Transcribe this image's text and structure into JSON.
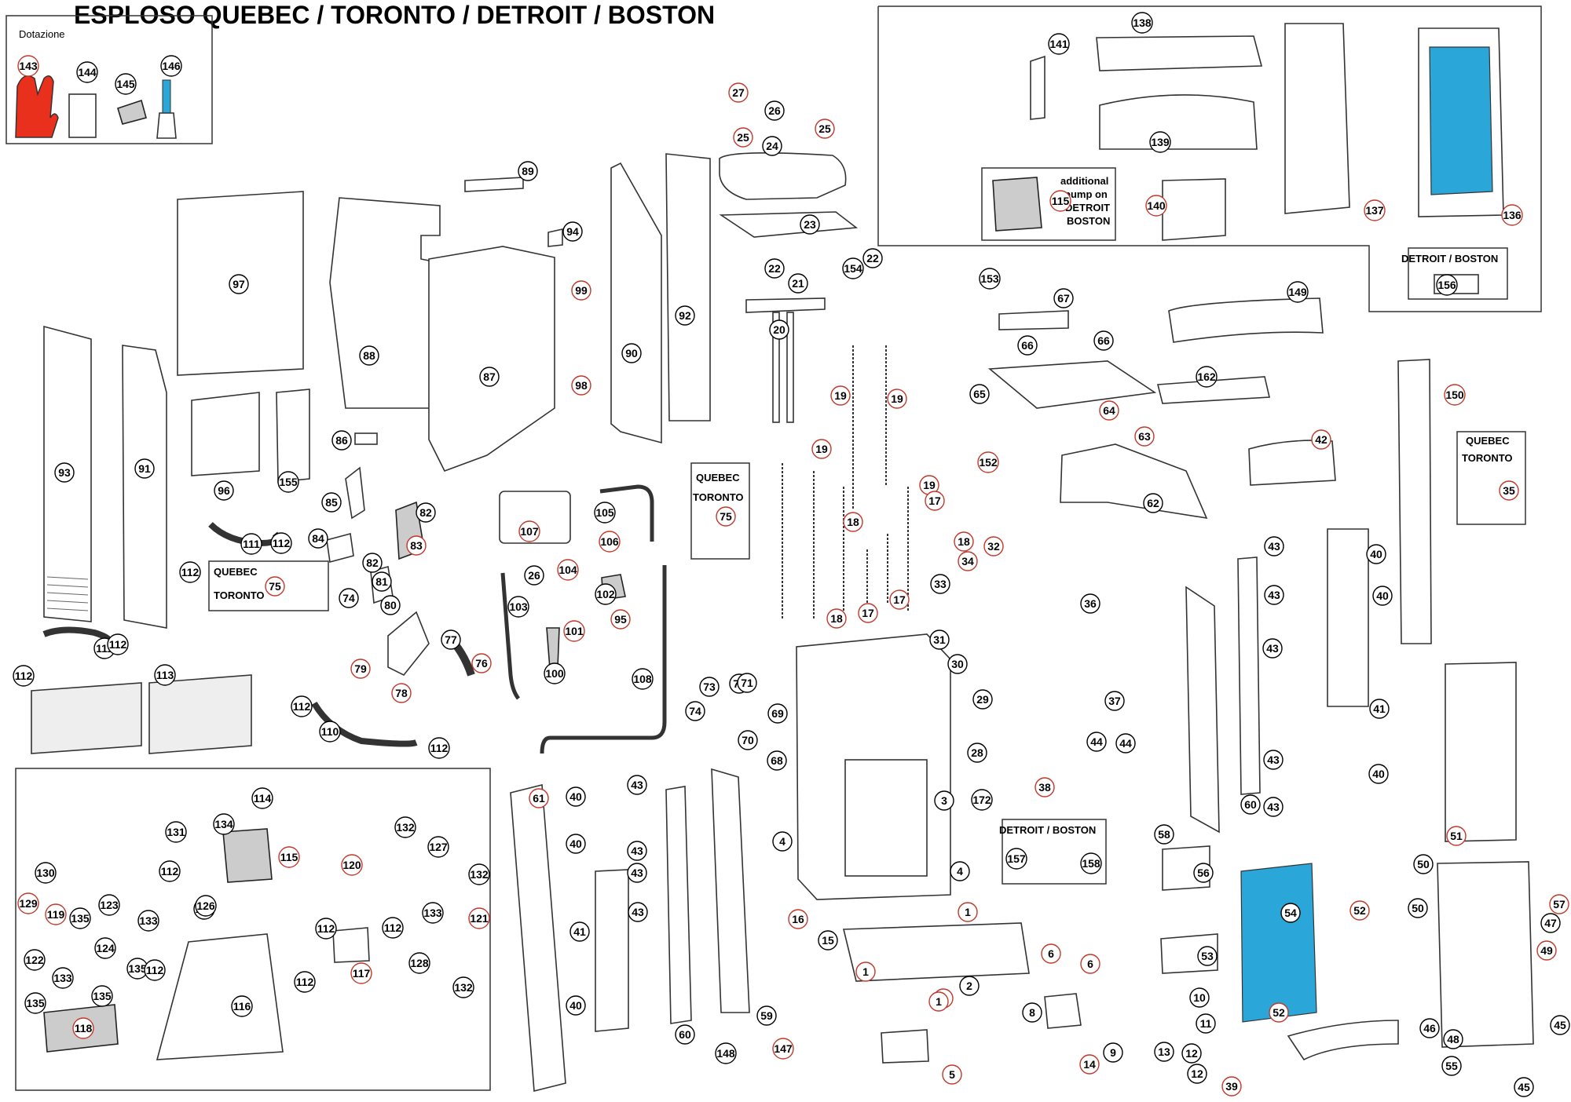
{
  "title": "ESPLOSO  QUEBEC  /  TORONTO  /  DETROIT  /  BOSTON",
  "boxes": {
    "dotazione": "Dotazione",
    "additional_pump": [
      "additional",
      "pump on",
      "DETROIT",
      "BOSTON"
    ],
    "detroit_boston": "DETROIT  /  BOSTON",
    "quebec": "QUEBEC",
    "toronto": "TORONTO"
  },
  "colors": {
    "glove": "#e8301c",
    "glass": "#2aa7d8",
    "circle_red": "#c0392b",
    "circle_black": "#000000"
  },
  "parts": [
    {
      "n": "143",
      "c": "r"
    },
    {
      "n": "144",
      "c": "b"
    },
    {
      "n": "145",
      "c": "b"
    },
    {
      "n": "146",
      "c": "b"
    },
    {
      "n": "97",
      "c": "b"
    },
    {
      "n": "93",
      "c": "b"
    },
    {
      "n": "91",
      "c": "b"
    },
    {
      "n": "96",
      "c": "b"
    },
    {
      "n": "155",
      "c": "b"
    },
    {
      "n": "111",
      "c": "b"
    },
    {
      "n": "112",
      "c": "b"
    },
    {
      "n": "112",
      "c": "b"
    },
    {
      "n": "75",
      "c": "r"
    },
    {
      "n": "111",
      "c": "b"
    },
    {
      "n": "112",
      "c": "b"
    },
    {
      "n": "112",
      "c": "b"
    },
    {
      "n": "113",
      "c": "b"
    },
    {
      "n": "88",
      "c": "b"
    },
    {
      "n": "87",
      "c": "b"
    },
    {
      "n": "86",
      "c": "b"
    },
    {
      "n": "85",
      "c": "b"
    },
    {
      "n": "84",
      "c": "b"
    },
    {
      "n": "82",
      "c": "b"
    },
    {
      "n": "83",
      "c": "r"
    },
    {
      "n": "82",
      "c": "b"
    },
    {
      "n": "81",
      "c": "b"
    },
    {
      "n": "74",
      "c": "b"
    },
    {
      "n": "80",
      "c": "b"
    },
    {
      "n": "79",
      "c": "r"
    },
    {
      "n": "78",
      "c": "r"
    },
    {
      "n": "77",
      "c": "b"
    },
    {
      "n": "76",
      "c": "r"
    },
    {
      "n": "112",
      "c": "b"
    },
    {
      "n": "110",
      "c": "b"
    },
    {
      "n": "112",
      "c": "b"
    },
    {
      "n": "89",
      "c": "b"
    },
    {
      "n": "94",
      "c": "b"
    },
    {
      "n": "99",
      "c": "r"
    },
    {
      "n": "98",
      "c": "r"
    },
    {
      "n": "90",
      "c": "b"
    },
    {
      "n": "92",
      "c": "b"
    },
    {
      "n": "107",
      "c": "r"
    },
    {
      "n": "105",
      "c": "b"
    },
    {
      "n": "106",
      "c": "r"
    },
    {
      "n": "75",
      "c": "r"
    },
    {
      "n": "26",
      "c": "b"
    },
    {
      "n": "104",
      "c": "r"
    },
    {
      "n": "103",
      "c": "b"
    },
    {
      "n": "102",
      "c": "b"
    },
    {
      "n": "95",
      "c": "r"
    },
    {
      "n": "101",
      "c": "r"
    },
    {
      "n": "100",
      "c": "b"
    },
    {
      "n": "108",
      "c": "b"
    },
    {
      "n": "27",
      "c": "r"
    },
    {
      "n": "26",
      "c": "b"
    },
    {
      "n": "25",
      "c": "r"
    },
    {
      "n": "24",
      "c": "b"
    },
    {
      "n": "25",
      "c": "r"
    },
    {
      "n": "23",
      "c": "b"
    },
    {
      "n": "22",
      "c": "b"
    },
    {
      "n": "22",
      "c": "b"
    },
    {
      "n": "21",
      "c": "b"
    },
    {
      "n": "154",
      "c": "b"
    },
    {
      "n": "20",
      "c": "b"
    },
    {
      "n": "19",
      "c": "r"
    },
    {
      "n": "19",
      "c": "r"
    },
    {
      "n": "19",
      "c": "r"
    },
    {
      "n": "19",
      "c": "r"
    },
    {
      "n": "18",
      "c": "r"
    },
    {
      "n": "18",
      "c": "r"
    },
    {
      "n": "18",
      "c": "r"
    },
    {
      "n": "17",
      "c": "r"
    },
    {
      "n": "17",
      "c": "r"
    },
    {
      "n": "17",
      "c": "r"
    },
    {
      "n": "141",
      "c": "b"
    },
    {
      "n": "138",
      "c": "b"
    },
    {
      "n": "139",
      "c": "b"
    },
    {
      "n": "115",
      "c": "r"
    },
    {
      "n": "140",
      "c": "r"
    },
    {
      "n": "137",
      "c": "r"
    },
    {
      "n": "136",
      "c": "r"
    },
    {
      "n": "156",
      "c": "b"
    },
    {
      "n": "153",
      "c": "b"
    },
    {
      "n": "67",
      "c": "b"
    },
    {
      "n": "66",
      "c": "b"
    },
    {
      "n": "66",
      "c": "b"
    },
    {
      "n": "65",
      "c": "b"
    },
    {
      "n": "64",
      "c": "r"
    },
    {
      "n": "63",
      "c": "r"
    },
    {
      "n": "62",
      "c": "b"
    },
    {
      "n": "149",
      "c": "b"
    },
    {
      "n": "162",
      "c": "b"
    },
    {
      "n": "42",
      "c": "r"
    },
    {
      "n": "152",
      "c": "r"
    },
    {
      "n": "150",
      "c": "r"
    },
    {
      "n": "35",
      "c": "r"
    },
    {
      "n": "34",
      "c": "r"
    },
    {
      "n": "32",
      "c": "r"
    },
    {
      "n": "33",
      "c": "b"
    },
    {
      "n": "31",
      "c": "b"
    },
    {
      "n": "30",
      "c": "b"
    },
    {
      "n": "29",
      "c": "b"
    },
    {
      "n": "28",
      "c": "b"
    },
    {
      "n": "36",
      "c": "b"
    },
    {
      "n": "37",
      "c": "b"
    },
    {
      "n": "44",
      "c": "b"
    },
    {
      "n": "44",
      "c": "b"
    },
    {
      "n": "38",
      "c": "r"
    },
    {
      "n": "3",
      "c": "b"
    },
    {
      "n": "172",
      "c": "b"
    },
    {
      "n": "4",
      "c": "b"
    },
    {
      "n": "157",
      "c": "b"
    },
    {
      "n": "158",
      "c": "b"
    },
    {
      "n": "43",
      "c": "b"
    },
    {
      "n": "43",
      "c": "b"
    },
    {
      "n": "43",
      "c": "b"
    },
    {
      "n": "43",
      "c": "b"
    },
    {
      "n": "43",
      "c": "b"
    },
    {
      "n": "40",
      "c": "b"
    },
    {
      "n": "40",
      "c": "b"
    },
    {
      "n": "41",
      "c": "b"
    },
    {
      "n": "40",
      "c": "b"
    },
    {
      "n": "60",
      "c": "b"
    },
    {
      "n": "58",
      "c": "b"
    },
    {
      "n": "51",
      "c": "r"
    },
    {
      "n": "114",
      "c": "b"
    },
    {
      "n": "131",
      "c": "b"
    },
    {
      "n": "134",
      "c": "b"
    },
    {
      "n": "115",
      "c": "r"
    },
    {
      "n": "112",
      "c": "b"
    },
    {
      "n": "130",
      "c": "b"
    },
    {
      "n": "129",
      "c": "r"
    },
    {
      "n": "119",
      "c": "r"
    },
    {
      "n": "123",
      "c": "b"
    },
    {
      "n": "125",
      "c": "b"
    },
    {
      "n": "135",
      "c": "b"
    },
    {
      "n": "133",
      "c": "b"
    },
    {
      "n": "124",
      "c": "b"
    },
    {
      "n": "135",
      "c": "b"
    },
    {
      "n": "122",
      "c": "b"
    },
    {
      "n": "133",
      "c": "b"
    },
    {
      "n": "112",
      "c": "b"
    },
    {
      "n": "135",
      "c": "b"
    },
    {
      "n": "135",
      "c": "b"
    },
    {
      "n": "118",
      "c": "r"
    },
    {
      "n": "116",
      "c": "b"
    },
    {
      "n": "120",
      "c": "r"
    },
    {
      "n": "132",
      "c": "b"
    },
    {
      "n": "127",
      "c": "b"
    },
    {
      "n": "132",
      "c": "b"
    },
    {
      "n": "133",
      "c": "b"
    },
    {
      "n": "121",
      "c": "r"
    },
    {
      "n": "128",
      "c": "b"
    },
    {
      "n": "112",
      "c": "b"
    },
    {
      "n": "112",
      "c": "b"
    },
    {
      "n": "117",
      "c": "r"
    },
    {
      "n": "112",
      "c": "b"
    },
    {
      "n": "126",
      "c": "b"
    },
    {
      "n": "132",
      "c": "b"
    },
    {
      "n": "61",
      "c": "r"
    },
    {
      "n": "40",
      "c": "b"
    },
    {
      "n": "43",
      "c": "b"
    },
    {
      "n": "40",
      "c": "b"
    },
    {
      "n": "43",
      "c": "b"
    },
    {
      "n": "41",
      "c": "b"
    },
    {
      "n": "43",
      "c": "b"
    },
    {
      "n": "43",
      "c": "b"
    },
    {
      "n": "40",
      "c": "b"
    },
    {
      "n": "60",
      "c": "b"
    },
    {
      "n": "59",
      "c": "b"
    },
    {
      "n": "147",
      "c": "r"
    },
    {
      "n": "148",
      "c": "b"
    },
    {
      "n": "73",
      "c": "b"
    },
    {
      "n": "72",
      "c": "b"
    },
    {
      "n": "74",
      "c": "b"
    },
    {
      "n": "71",
      "c": "b"
    },
    {
      "n": "69",
      "c": "b"
    },
    {
      "n": "70",
      "c": "b"
    },
    {
      "n": "68",
      "c": "b"
    },
    {
      "n": "4",
      "c": "b"
    },
    {
      "n": "16",
      "c": "r"
    },
    {
      "n": "15",
      "c": "b"
    },
    {
      "n": "1",
      "c": "r"
    },
    {
      "n": "1",
      "c": "r"
    },
    {
      "n": "1",
      "c": "r"
    },
    {
      "n": "1",
      "c": "r"
    },
    {
      "n": "2",
      "c": "b"
    },
    {
      "n": "6",
      "c": "r"
    },
    {
      "n": "6",
      "c": "r"
    },
    {
      "n": "5",
      "c": "r"
    },
    {
      "n": "8",
      "c": "b"
    },
    {
      "n": "9",
      "c": "b"
    },
    {
      "n": "10",
      "c": "b"
    },
    {
      "n": "11",
      "c": "b"
    },
    {
      "n": "12",
      "c": "b"
    },
    {
      "n": "13",
      "c": "b"
    },
    {
      "n": "12",
      "c": "b"
    },
    {
      "n": "14",
      "c": "r"
    },
    {
      "n": "55",
      "c": "b"
    },
    {
      "n": "56",
      "c": "b"
    },
    {
      "n": "53",
      "c": "b"
    },
    {
      "n": "54",
      "c": "b"
    },
    {
      "n": "52",
      "c": "r"
    },
    {
      "n": "52",
      "c": "r"
    },
    {
      "n": "50",
      "c": "b"
    },
    {
      "n": "50",
      "c": "b"
    },
    {
      "n": "46",
      "c": "b"
    },
    {
      "n": "48",
      "c": "b"
    },
    {
      "n": "57",
      "c": "r"
    },
    {
      "n": "47",
      "c": "b"
    },
    {
      "n": "49",
      "c": "r"
    },
    {
      "n": "45",
      "c": "b"
    },
    {
      "n": "45",
      "c": "b"
    },
    {
      "n": "39",
      "c": "r"
    }
  ]
}
